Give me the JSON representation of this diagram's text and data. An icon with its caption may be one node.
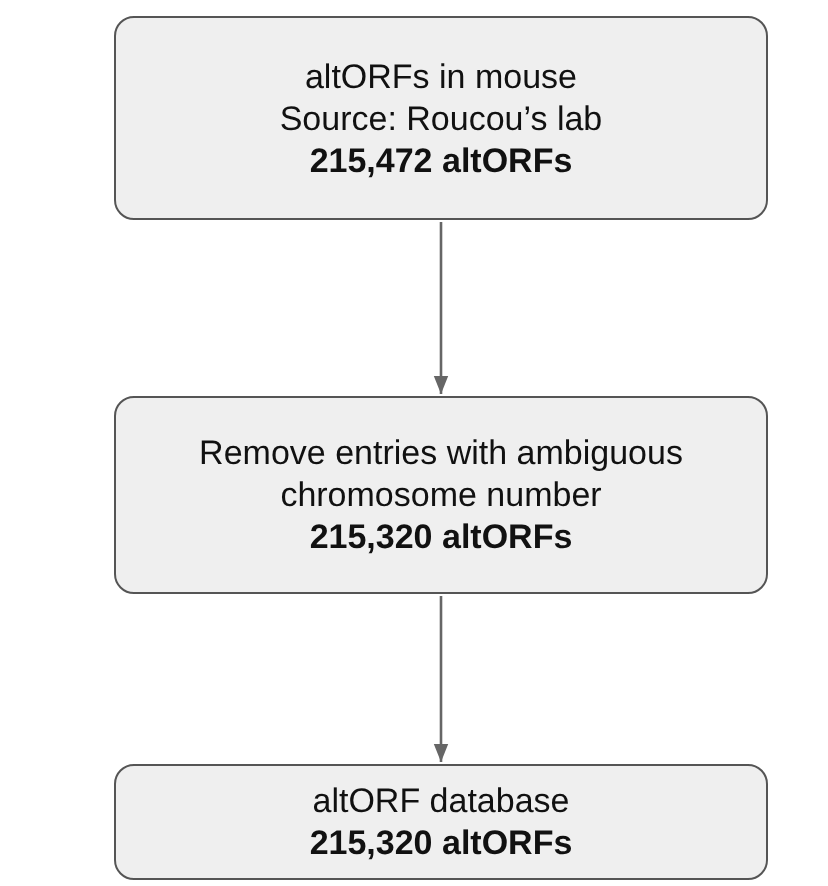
{
  "diagram": {
    "nodes": [
      {
        "text": [
          "altORFs in mouse",
          "Source: Roucou’s lab",
          "215,472 altORFs"
        ]
      },
      {
        "text": [
          "Remove entries with ambiguous chromosome number",
          "215,320 altORFs"
        ]
      },
      {
        "text": [
          "altORF database",
          "215,320 altORFs"
        ]
      }
    ],
    "edges": [
      {
        "from": 0,
        "to": 1,
        "arrow": "to"
      },
      {
        "from": 1,
        "to": 2,
        "arrow": "to"
      }
    ]
  }
}
